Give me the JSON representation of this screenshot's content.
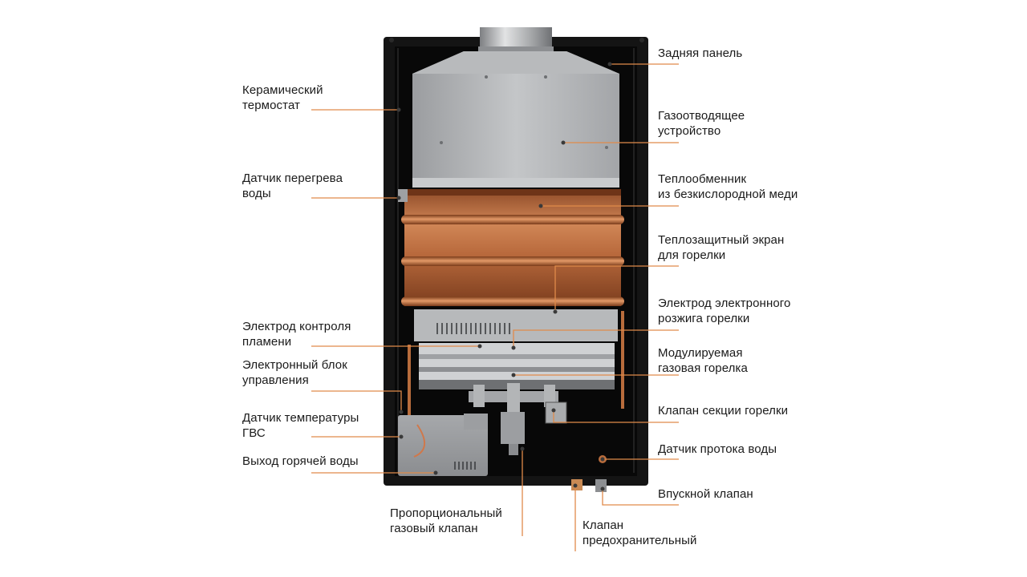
{
  "colors": {
    "leader_line": "#e08a4a",
    "frame": "#141414",
    "copper": "#b8643a",
    "steel": "#a9abae",
    "text": "#1a1a1a"
  },
  "labels": {
    "rear_panel": "Задняя панель",
    "ceramic_thermostat": "Керамический\nтермостат",
    "flue_device": "Газоотводящее\nустройство",
    "overheat_sensor": "Датчик перегрева\nводы",
    "heat_exchanger": "Теплообменник\nиз безкислородной меди",
    "burner_heat_shield": "Теплозащитный экран\nдля горелки",
    "ignition_electrode": "Электрод электронного\nрозжига горелки",
    "flame_electrode": "Электрод контроля\nпламени",
    "modulating_burner": "Модулируемая\nгазовая горелка",
    "control_unit": "Электронный блок\nуправления",
    "burner_section_valve": "Клапан секции горелки",
    "dhw_temp_sensor": "Датчик температуры\nГВС",
    "water_flow_sensor": "Датчик протока воды",
    "hot_water_outlet": "Выход горячей воды",
    "inlet_valve": "Впускной клапан",
    "proportional_gas_valve": "Пропорциональный\nгазовый клапан",
    "safety_valve": "Клапан\nпредохранительный"
  }
}
